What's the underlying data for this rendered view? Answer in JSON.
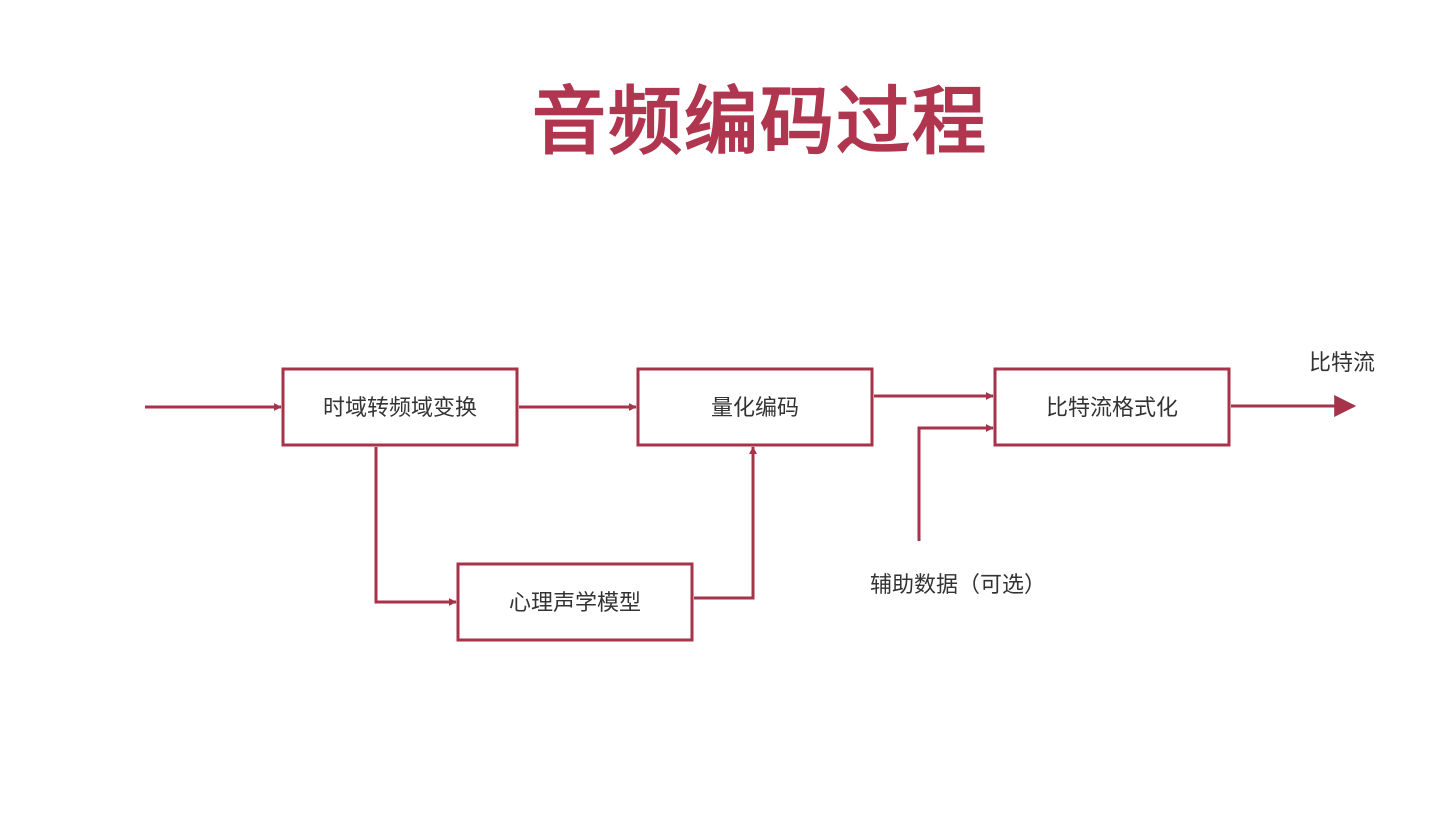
{
  "title": "音频编码过程",
  "diagram": {
    "boxes": {
      "time_freq": "时域转频域变换",
      "quantize": "量化编码",
      "bitstream_format": "比特流格式化",
      "psychoacoustic": "心理声学模型"
    },
    "labels": {
      "output": "比特流",
      "aux_data": "辅助数据（可选）"
    },
    "colors": {
      "accent": "#a63349",
      "title": "#b0354f",
      "text": "#333333"
    }
  }
}
